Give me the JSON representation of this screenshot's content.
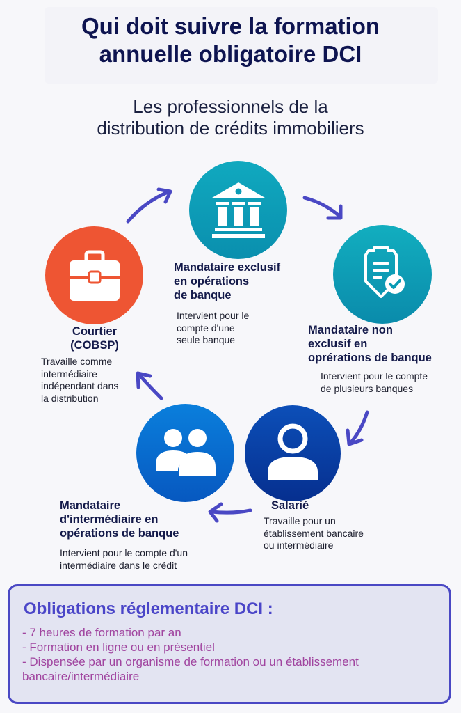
{
  "header": {
    "title_line1": "Qui doit suivre la formation",
    "title_line2": "annuelle obligatoire DCI",
    "subtitle_line1": "Les professionnels de la",
    "subtitle_line2": "distribution de crédits immobiliers"
  },
  "colors": {
    "title": "#0e1450",
    "arrow": "#4a48c4",
    "bank_circle": "#0a9bb5",
    "doc_circle": "#0a9bb5",
    "courtier_circle": "#ee5533",
    "group_circle": "#0a6fd0",
    "user_circle": "#083d9f",
    "obligations_title": "#4a45c8",
    "obligations_text": "#a0449f",
    "obligations_border": "#4a48c4",
    "obligations_bg": "#e3e4f2"
  },
  "roles": [
    {
      "id": "mandataire-exclusif",
      "icon": "bank-icon",
      "title_lines": [
        "Mandataire exclusif",
        "en opérations",
        "de banque"
      ],
      "desc_lines": [
        "Intervient pour le",
        "compte d'une",
        "seule banque"
      ]
    },
    {
      "id": "mandataire-non-exclusif",
      "icon": "certified-document-icon",
      "title_lines": [
        "Mandataire non",
        "exclusif en",
        "oprérations de banque"
      ],
      "desc_lines": [
        "Intervient pour le compte",
        "de plusieurs banques"
      ]
    },
    {
      "id": "salarie",
      "icon": "user-icon",
      "title_lines": [
        "Salarié"
      ],
      "desc_lines": [
        "Travaille pour un",
        "établissement bancaire",
        "ou intermédiaire"
      ]
    },
    {
      "id": "mandataire-intermediaire",
      "icon": "users-group-icon",
      "title_lines": [
        "Mandataire",
        "d'intermédiaire en",
        "opérations de banque"
      ],
      "desc_lines": [
        "Intervient pour le compte d'un",
        "intermédiaire dans le crédit"
      ]
    },
    {
      "id": "courtier",
      "icon": "briefcase-icon",
      "title_lines": [
        "Courtier",
        "(COBSP)"
      ],
      "desc_lines": [
        "Travaille comme",
        "intermédiaire",
        "indépendant dans",
        "la distribution"
      ]
    }
  ],
  "obligations": {
    "title": "Obligations réglementaire DCI :",
    "items": [
      "- 7 heures de formation par an",
      "- Formation en ligne ou en présentiel",
      "- Dispensée par un organisme de formation ou un établissement bancaire/intermédiaire"
    ]
  }
}
